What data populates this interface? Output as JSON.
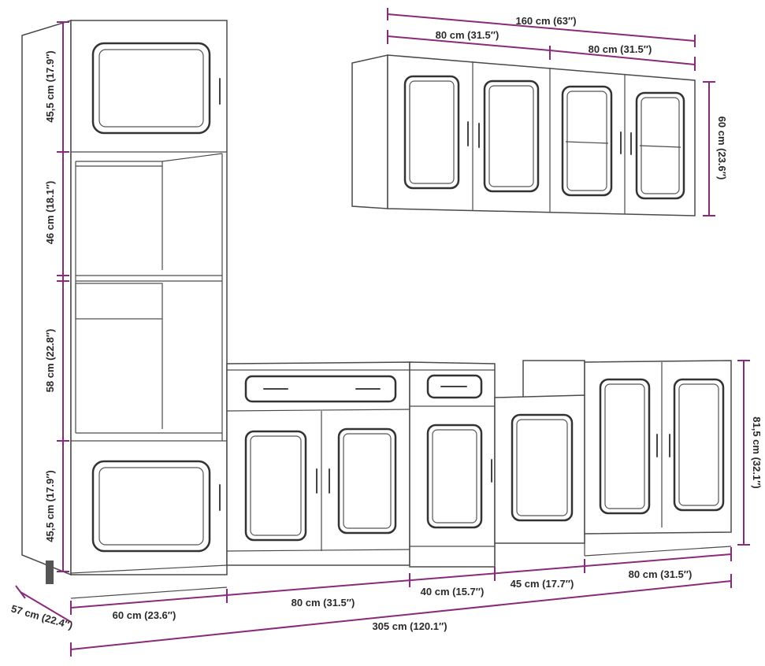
{
  "dimensions": {
    "top_total_width": "160 cm (63″)",
    "top_left_width": "80 cm (31.5″)",
    "top_right_width": "80 cm (31.5″)",
    "top_height": "60 cm (23.6″)",
    "tall_h1": "45,5 cm (17.9″)",
    "tall_h2": "46 cm (18.1″)",
    "tall_h3": "58 cm (22.8″)",
    "tall_h4": "45,5 cm (17.9″)",
    "base_height": "81,5 cm (32.1″)",
    "depth": "57 cm (22.4″)",
    "w_tall": "60 cm (23.6″)",
    "w_sink": "80 cm (31.5″)",
    "w_drawer": "40 cm (15.7″)",
    "w_dishwasher": "45 cm (17.7″)",
    "w_last": "80 cm (31.5″)",
    "total_width": "305 cm (120.1″)"
  },
  "colors": {
    "dimension_line": "#8a2a7a",
    "outline": "#4a4a4a"
  }
}
